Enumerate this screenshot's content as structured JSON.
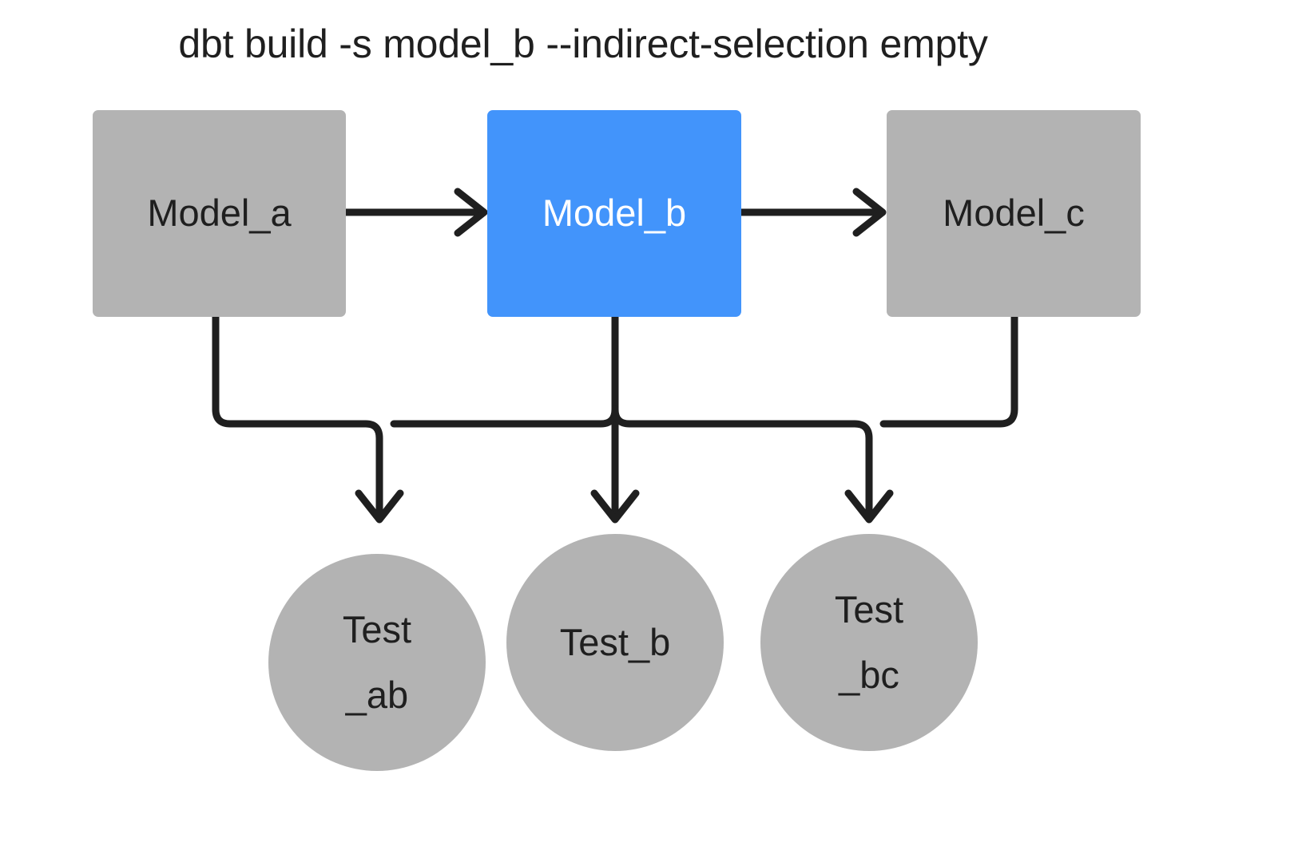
{
  "diagram": {
    "title": "dbt build -s model_b --indirect-selection empty",
    "background": "#ffffff",
    "colors": {
      "node_gray": "#b3b3b3",
      "node_selected_blue": "#4294fb",
      "text_dark": "#1f1f1f",
      "text_light": "#ffffff",
      "edge": "#1f1f1f"
    },
    "models": [
      {
        "id": "model_a",
        "label": "Model_a",
        "state": "unselected",
        "fill": "#b3b3b3",
        "text_color": "#1f1f1f"
      },
      {
        "id": "model_b",
        "label": "Model_b",
        "state": "selected",
        "fill": "#4294fb",
        "text_color": "#ffffff"
      },
      {
        "id": "model_c",
        "label": "Model_c",
        "state": "unselected",
        "fill": "#b3b3b3",
        "text_color": "#1f1f1f"
      }
    ],
    "tests": [
      {
        "id": "test_ab",
        "line1": "Test",
        "line2": "_ab",
        "label": "Test_ab",
        "state": "unselected",
        "fill": "#b3b3b3"
      },
      {
        "id": "test_b",
        "line1": "Test_b",
        "line2": "",
        "label": "Test_b",
        "state": "unselected",
        "fill": "#b3b3b3"
      },
      {
        "id": "test_bc",
        "line1": "Test",
        "line2": "_bc",
        "label": "Test_bc",
        "state": "unselected",
        "fill": "#b3b3b3"
      }
    ],
    "edges": [
      {
        "from": "model_a",
        "to": "model_b",
        "style": "straight-arrow"
      },
      {
        "from": "model_b",
        "to": "model_c",
        "style": "straight-arrow"
      },
      {
        "from": "model_a",
        "to": "test_ab",
        "style": "elbow-arrow"
      },
      {
        "from": "model_b",
        "to": "test_ab",
        "style": "elbow-arrow"
      },
      {
        "from": "model_b",
        "to": "test_b",
        "style": "elbow-arrow"
      },
      {
        "from": "model_b",
        "to": "test_bc",
        "style": "elbow-arrow"
      },
      {
        "from": "model_c",
        "to": "test_bc",
        "style": "elbow-arrow"
      }
    ]
  }
}
